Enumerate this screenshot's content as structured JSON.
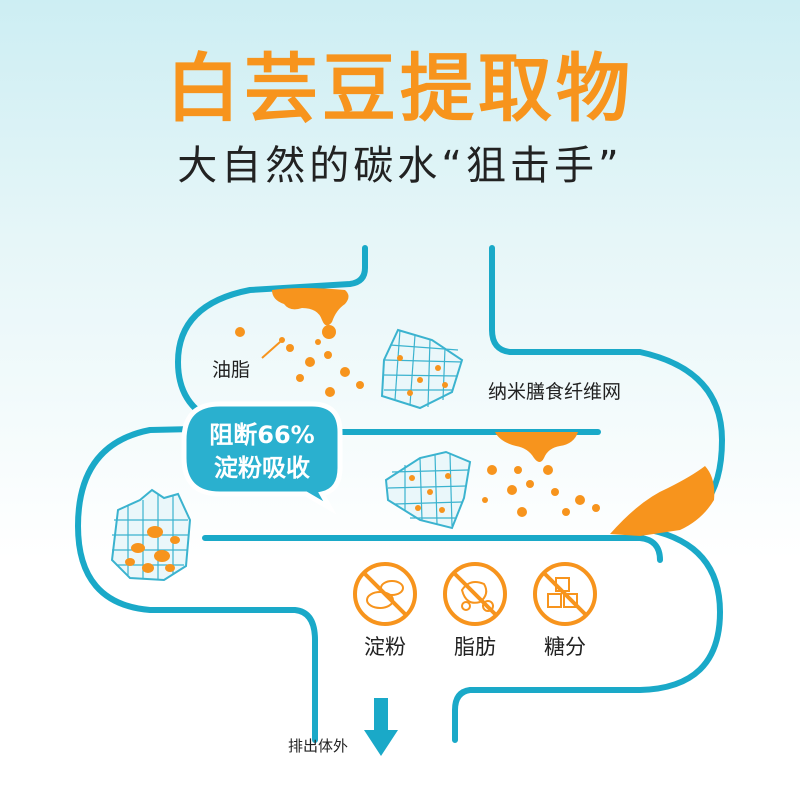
{
  "title": "白芸豆提取物",
  "subtitle": "大自然的碳水“狙击手”",
  "labels": {
    "oil": "油脂",
    "nano_fiber": "纳米膳食纤维网",
    "block_line1": "阻断66%",
    "block_line2": "淀粉吸收",
    "excrete": "排出体外"
  },
  "icons": [
    {
      "icon": "sweet-potato-icon",
      "label": "淀粉"
    },
    {
      "icon": "fat-icon",
      "label": "脂肪"
    },
    {
      "icon": "sugar-cubes-icon",
      "label": "糖分"
    }
  ],
  "block_percent": 66,
  "colors": {
    "orange": "#f7941d",
    "teal": "#1aa9c8",
    "text_dark": "#222222",
    "bubble": "#2ab0cf",
    "mesh": "#3bb3cf"
  }
}
